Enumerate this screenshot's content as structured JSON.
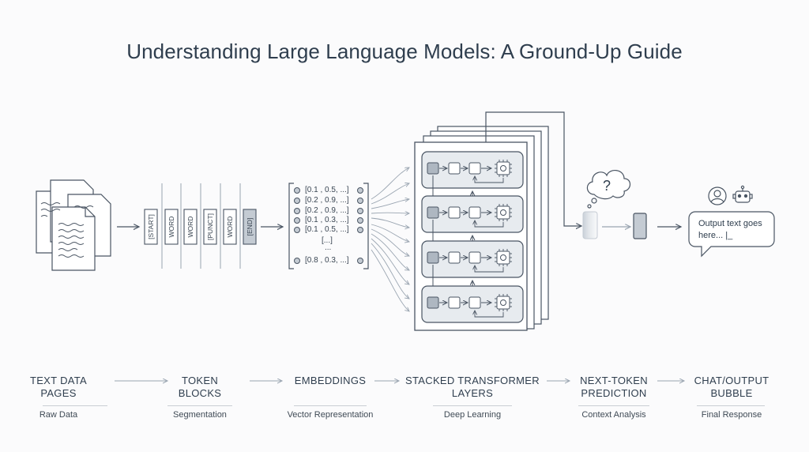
{
  "title": "Understanding Large Language Models: A Ground-Up Guide",
  "tokens": [
    "[START]",
    "WORD",
    "WORD",
    "[PUNCT]",
    "WORD",
    "[END]"
  ],
  "embeddings": {
    "rows": [
      "[0.1 , 0.5, ...]",
      "[0.2 , 0.9, ...]",
      "[0.2 , 0.9, ...]",
      "[0.1 , 0.3, ...]",
      "[0.1 , 0.5, ...]",
      "[0.8 , 0.3, ...]"
    ],
    "ellipsis_bracket": "[...]",
    "ellipsis": "..."
  },
  "prediction": {
    "question_mark": "?"
  },
  "output": {
    "bubble_text": "Output text goes here... |_"
  },
  "stages": [
    {
      "label": "TEXT DATA PAGES",
      "sub": "Raw Data"
    },
    {
      "label": "TOKEN BLOCKS",
      "sub": "Segmentation"
    },
    {
      "label": "EMBEDDINGS",
      "sub": "Vector Representation"
    },
    {
      "label": "STACKED TRANSFORMER LAYERS",
      "sub": "Deep Learning"
    },
    {
      "label": "NEXT-TOKEN PREDICTION",
      "sub": "Context Analysis"
    },
    {
      "label": "CHAT/OUTPUT BUBBLE",
      "sub": "Final Response"
    }
  ],
  "colors": {
    "stroke": "#4a5563",
    "fill_light": "#e7ebef",
    "fill_mid": "#d3d9df",
    "background": "#fbfbfc"
  },
  "icons": [
    "document-stack-icon",
    "user-icon",
    "robot-icon",
    "thought-cloud-icon",
    "chip-icon"
  ]
}
